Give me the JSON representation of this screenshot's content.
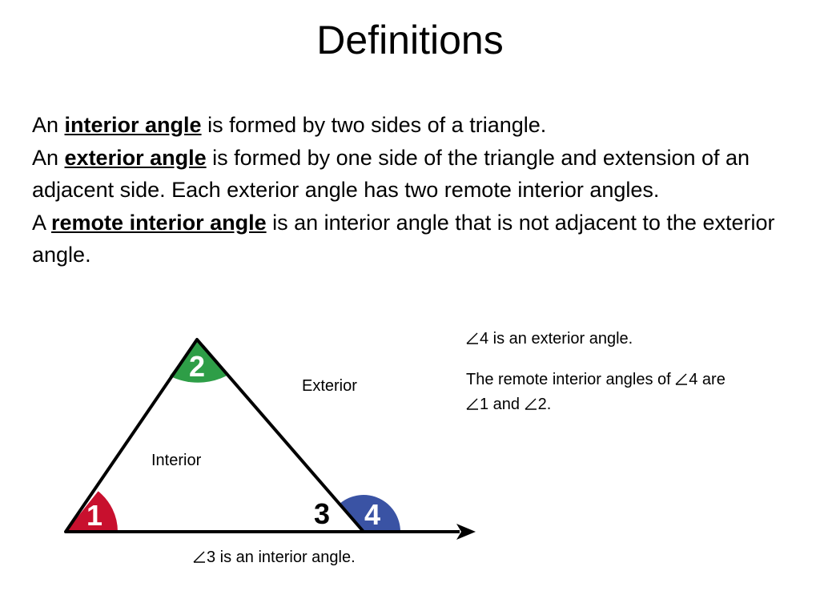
{
  "slide": {
    "title": "Definitions"
  },
  "definitions": {
    "interior": {
      "prefix": "An ",
      "term": "interior angle",
      "rest": " is formed by two sides of a triangle."
    },
    "exterior": {
      "prefix": "An ",
      "term": "exterior angle",
      "rest": " is formed by one side of the triangle and extension of an adjacent side. Each exterior angle has two remote interior angles."
    },
    "remote": {
      "prefix": "A ",
      "term": "remote interior angle",
      "rest": " is an interior angle that is not adjacent to the exterior angle."
    }
  },
  "figure": {
    "interior_label": "Interior",
    "exterior_label": "Exterior",
    "angles": [
      {
        "number": "1",
        "color": "#c8102e"
      },
      {
        "number": "2",
        "color": "#2e9e47"
      },
      {
        "number": "3",
        "color": "#000000"
      },
      {
        "number": "4",
        "color": "#3a53a4"
      }
    ],
    "caption": {
      "angle": "3",
      "text": " is an interior angle."
    }
  },
  "notes": {
    "line1": {
      "angle": "4",
      "text": " is an exterior angle."
    },
    "line2": {
      "text_a": "The remote interior angles of ",
      "angle_a": "4",
      "text_b": " are ",
      "angle_b": "1",
      "text_c": " and ",
      "angle_c": "2",
      "text_d": "."
    }
  }
}
